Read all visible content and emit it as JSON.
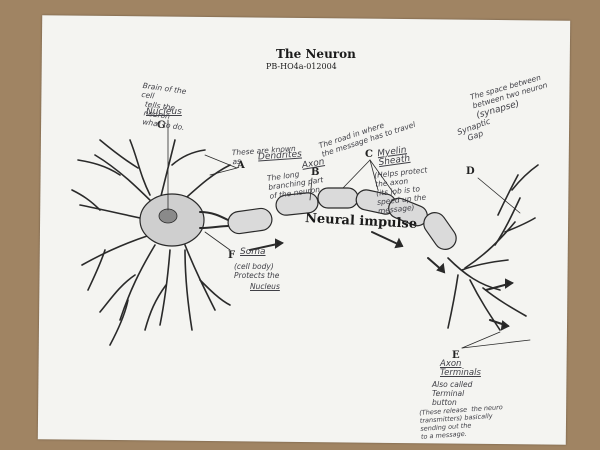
{
  "worksheet": {
    "title": "The Neuron",
    "code": "PB-HO4a-012004",
    "impulse_label": "Neural impulse"
  },
  "letters": {
    "A": "A",
    "B": "B",
    "C": "C",
    "D": "D",
    "E": "E",
    "F": "F",
    "G": "G"
  },
  "notes": {
    "nucleus_desc": "Brain of the\ncell\n  tells the\n  neuron\n  what to do.",
    "nucleus_word": "Nucleus",
    "dendrites_desc": "These are known\nas",
    "dendrites_word": "Dendrites",
    "axon_word": "Axon",
    "axon_desc": "The long\nbranching part\nof the neuron",
    "road_desc": "The road in where\nthe message has to travel",
    "myelin_word": "Myelin\nSheath",
    "myelin_desc": "(Helps protect\nthe axon\n(its job is to\nspeed up the\nmessage)",
    "synapse_desc": "The space between\nbetween two neuron",
    "synapse_word": "(synapse)",
    "synaptic_gap": "Synaptic\n   Gap",
    "soma_word": "Soma",
    "soma_desc": "(cell body)\nProtects the",
    "soma_nucleus": "Nucleus",
    "terminals_word": "Axon\nTerminals",
    "terminals_desc": "Also called\nTerminal\nbutton",
    "terminals_release": "(These release  the neuro\ntransmitters) basically\nsending out the\nto a message."
  },
  "colors": {
    "background": "#a78a68",
    "paper": "#f4f4f1",
    "ink": "#1a1a1a",
    "pencil": "#3f3f46"
  }
}
